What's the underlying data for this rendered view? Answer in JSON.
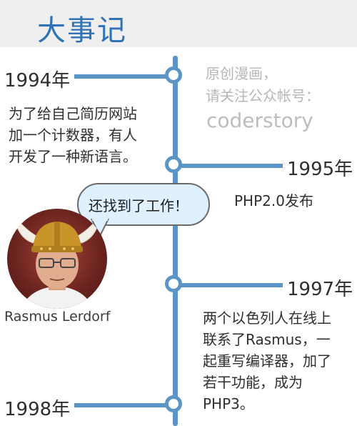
{
  "header": {
    "title": "大事记"
  },
  "colors": {
    "accent": "#2f72b5",
    "timeline": "#5b95c6",
    "header_bg": "#efefef",
    "bubble_bg": "#dff0ff"
  },
  "timeline": {
    "e1994": {
      "year": "1994年",
      "lines": [
        "为了给自己简历网站",
        "加一个计数器，有人",
        "开发了一种新语言。"
      ]
    },
    "note": {
      "lines": [
        "原创漫画，",
        "请关注公众帐号："
      ],
      "handle": "coderstory"
    },
    "e1995": {
      "year": "1995年",
      "text": "PHP2.0发布"
    },
    "e1997": {
      "year": "1997年",
      "lines": [
        "两个以色列人在线上",
        "联系了Rasmus，一",
        "起重写编译器，加了",
        "若干功能，成为",
        "PHP3。"
      ]
    },
    "e1998": {
      "year": "1998年"
    }
  },
  "person": {
    "name": "Rasmus Lerdorf",
    "speech": "还找到了工作！"
  },
  "icons": {
    "avatar": "person-viking-helmet-avatar",
    "bubble": "speech-bubble"
  }
}
